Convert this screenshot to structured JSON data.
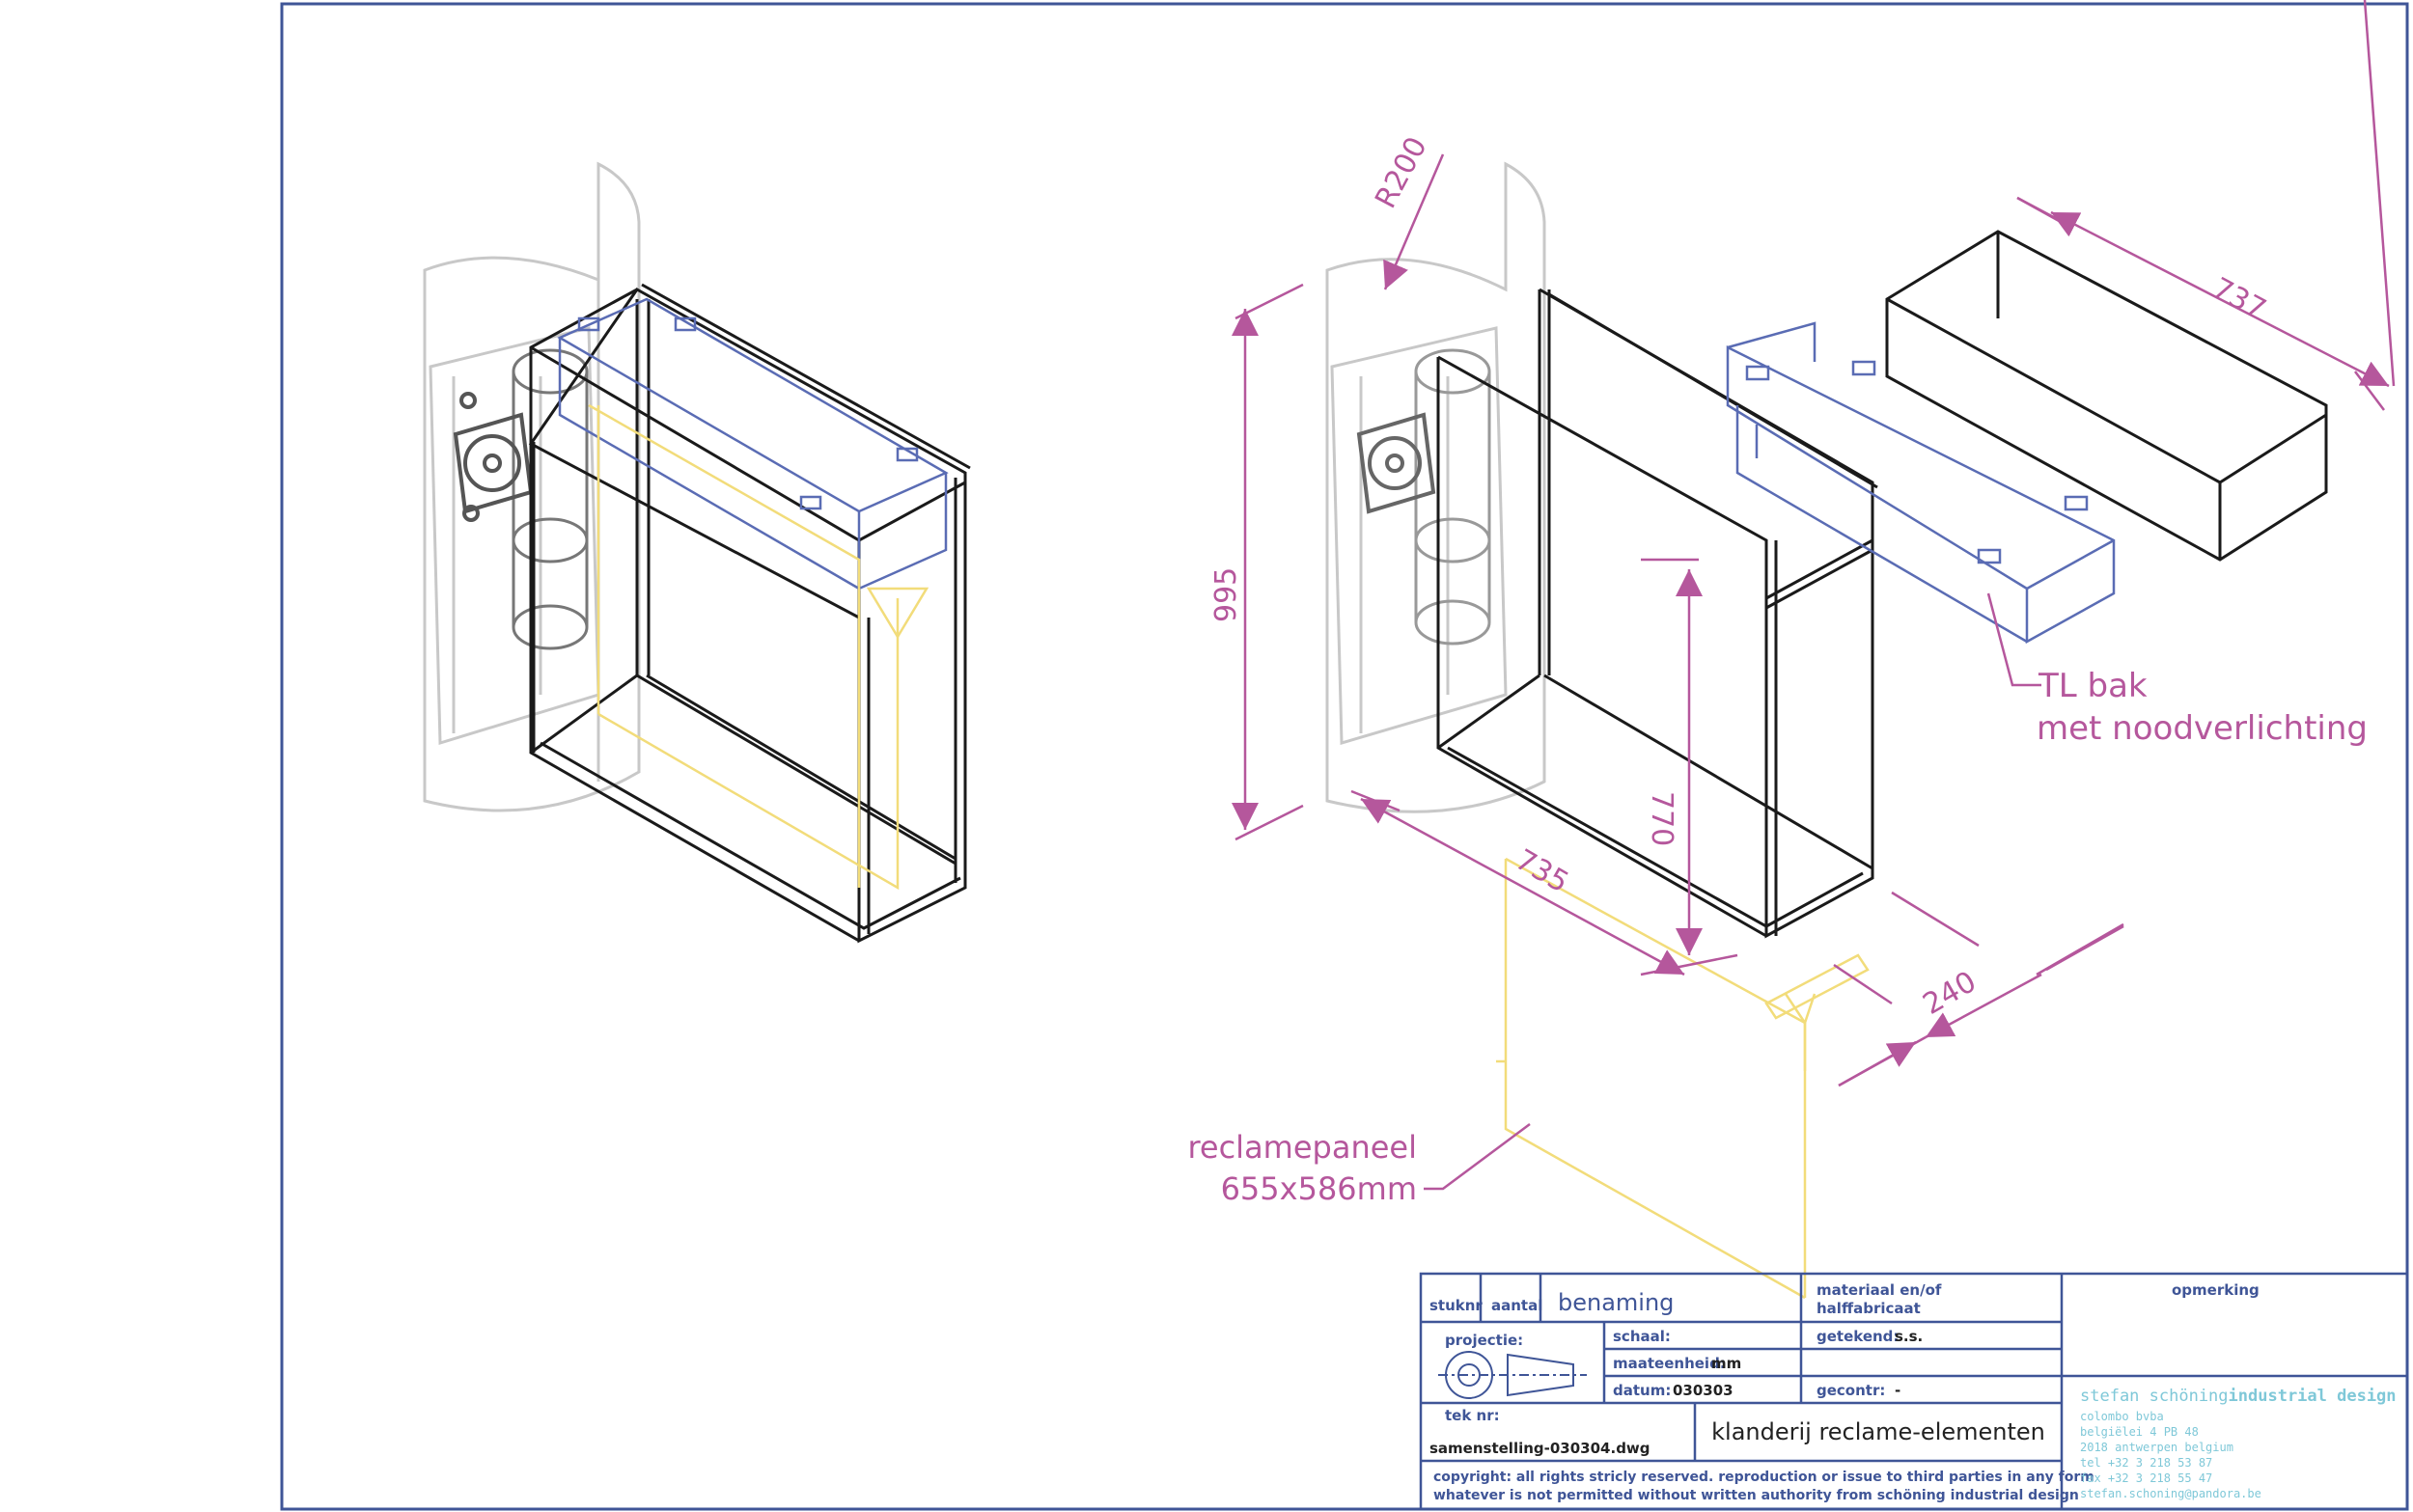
{
  "annotations": {
    "r200": "R200",
    "d737": "737",
    "d995": "995",
    "d770": "770",
    "d735": "735",
    "d240": "240",
    "tl_line1": "TL bak",
    "tl_line2": "met noodverlichting",
    "panel_line1": "reclamepaneel",
    "panel_line2": "655x586mm"
  },
  "title_block": {
    "stuknr": "stuknr",
    "aantal": "aantal",
    "benaming": "benaming",
    "materiaal_1": "materiaal en/of",
    "materiaal_2": "halffabricaat",
    "opmerking": "opmerking",
    "projectie": "projectie:",
    "schaal_label": "schaal:",
    "schaal_value": "",
    "getekend_label": "getekend:",
    "getekend_value": "s.s.",
    "maateenheid_label": "maateenheid:",
    "maateenheid_value": "mm",
    "datum_label": "datum:",
    "datum_value": "030303",
    "gecontr_label": "gecontr:",
    "gecontr_value": "-",
    "teknr_label": "tek nr:",
    "teknr_value": "samenstelling-030304.dwg",
    "title": "klanderij reclame-elementen",
    "copyright_1": "copyright: all rights stricly reserved. reproduction or issue to third parties in any form",
    "copyright_2": "whatever is not permitted without written authority from schöning industrial design",
    "company_name": "stefan schöning",
    "company_name_2": "industrial design",
    "company_lines": [
      "colombo bvba",
      "belgiëlei 4 PB 48",
      "2018 antwerpen belgium",
      "tel +32 3 218 53 87",
      "fax +32 3 218 55 47",
      "stefan.schoning@pandora.be"
    ]
  },
  "colors": {
    "frame_border": "#3f5597",
    "dimension": "#b5579c",
    "panel": "#f2dc7a",
    "tl_box": "#5a6cb4",
    "ghost": "#c8c8c8",
    "steel": "#1a1a1a",
    "company": "#7fc8d8"
  }
}
